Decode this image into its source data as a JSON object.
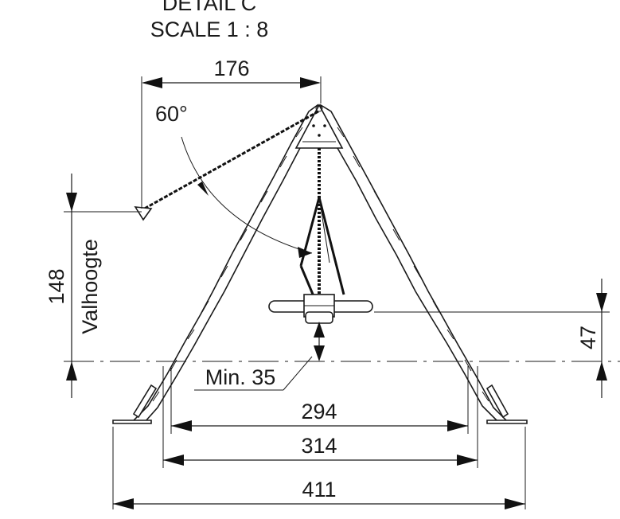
{
  "title": {
    "detail": "DETAIL C",
    "scale": "SCALE 1 : 8"
  },
  "dimensions": {
    "top_width": "176",
    "angle": "60°",
    "fall_height_value": "148",
    "fall_height_label": "Valhoogte",
    "seat_height": "47",
    "min_clearance": "Min. 35",
    "inner_width": "294",
    "middle_width": "314",
    "total_width": "411"
  }
}
